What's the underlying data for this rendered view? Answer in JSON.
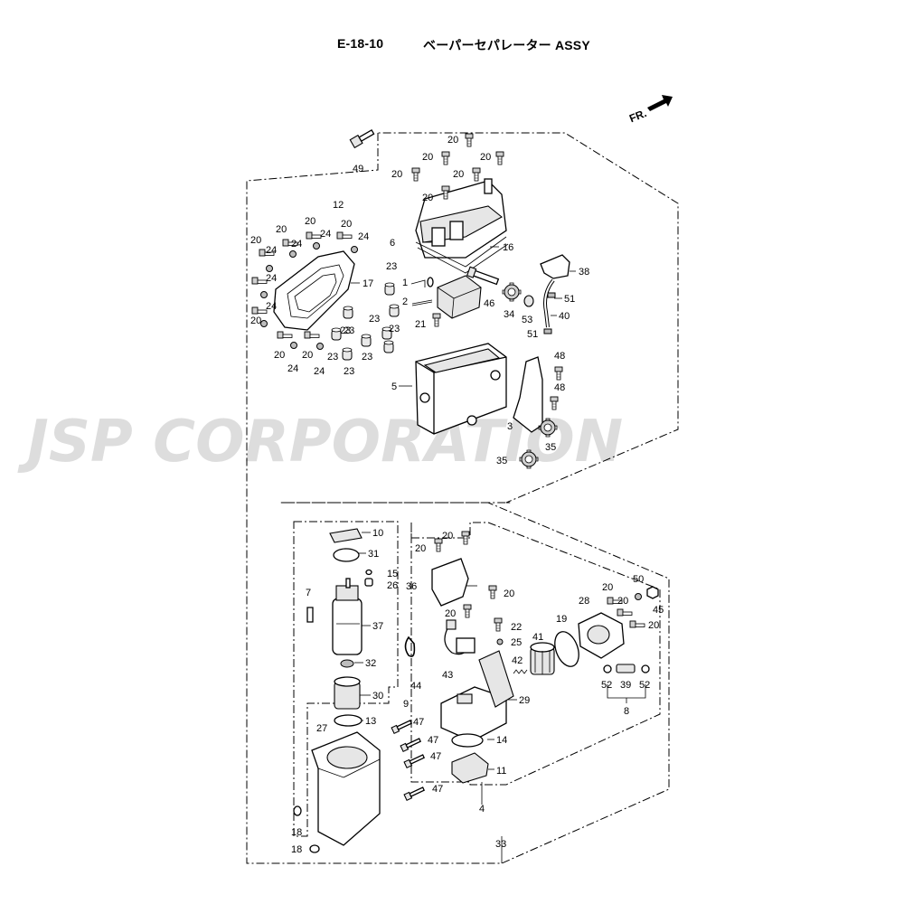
{
  "header": {
    "code": "E-18-10",
    "title": "ベーパーセパレーター ASSY"
  },
  "direction_label": "FR.",
  "watermark": "JSP CORPORATION",
  "callouts": [
    {
      "id": "c49",
      "label": "49"
    },
    {
      "id": "c20a",
      "label": "20"
    },
    {
      "id": "c20b",
      "label": "20"
    },
    {
      "id": "c20c",
      "label": "20"
    },
    {
      "id": "c20d",
      "label": "20"
    },
    {
      "id": "c20e",
      "label": "20"
    },
    {
      "id": "c20f",
      "label": "20"
    },
    {
      "id": "c6",
      "label": "6"
    },
    {
      "id": "c16",
      "label": "16"
    },
    {
      "id": "c12",
      "label": "12"
    },
    {
      "id": "c20g",
      "label": "20"
    },
    {
      "id": "c20h",
      "label": "20"
    },
    {
      "id": "c20i",
      "label": "20"
    },
    {
      "id": "c20j",
      "label": "20"
    },
    {
      "id": "c20k",
      "label": "20"
    },
    {
      "id": "c20l",
      "label": "20"
    },
    {
      "id": "c20m",
      "label": "20"
    },
    {
      "id": "c24a",
      "label": "24"
    },
    {
      "id": "c24b",
      "label": "24"
    },
    {
      "id": "c24c",
      "label": "24"
    },
    {
      "id": "c24d",
      "label": "24"
    },
    {
      "id": "c24e",
      "label": "24"
    },
    {
      "id": "c24f",
      "label": "24"
    },
    {
      "id": "c24g",
      "label": "24"
    },
    {
      "id": "c24h",
      "label": "24"
    },
    {
      "id": "c17",
      "label": "17"
    },
    {
      "id": "c23a",
      "label": "23"
    },
    {
      "id": "c23b",
      "label": "23"
    },
    {
      "id": "c23c",
      "label": "23"
    },
    {
      "id": "c23d",
      "label": "23"
    },
    {
      "id": "c23e",
      "label": "23"
    },
    {
      "id": "c23f",
      "label": "23"
    },
    {
      "id": "c23g",
      "label": "23"
    },
    {
      "id": "c23h",
      "label": "23"
    },
    {
      "id": "c1",
      "label": "1"
    },
    {
      "id": "c2",
      "label": "2"
    },
    {
      "id": "c21",
      "label": "21"
    },
    {
      "id": "c46",
      "label": "46"
    },
    {
      "id": "c34",
      "label": "34"
    },
    {
      "id": "c53",
      "label": "53"
    },
    {
      "id": "c38",
      "label": "38"
    },
    {
      "id": "c51a",
      "label": "51"
    },
    {
      "id": "c40",
      "label": "40"
    },
    {
      "id": "c51b",
      "label": "51"
    },
    {
      "id": "c48a",
      "label": "48"
    },
    {
      "id": "c48b",
      "label": "48"
    },
    {
      "id": "c5",
      "label": "5"
    },
    {
      "id": "c3",
      "label": "3"
    },
    {
      "id": "c35a",
      "label": "35"
    },
    {
      "id": "c35b",
      "label": "35"
    },
    {
      "id": "c10",
      "label": "10"
    },
    {
      "id": "c31",
      "label": "31"
    },
    {
      "id": "c15",
      "label": "15"
    },
    {
      "id": "c26",
      "label": "26"
    },
    {
      "id": "c7",
      "label": "7"
    },
    {
      "id": "c37",
      "label": "37"
    },
    {
      "id": "c32",
      "label": "32"
    },
    {
      "id": "c30",
      "label": "30"
    },
    {
      "id": "c9",
      "label": "9"
    },
    {
      "id": "c27",
      "label": "27"
    },
    {
      "id": "c13",
      "label": "13"
    },
    {
      "id": "c20n",
      "label": "20"
    },
    {
      "id": "c20o",
      "label": "20"
    },
    {
      "id": "c36",
      "label": "36"
    },
    {
      "id": "c20p",
      "label": "20"
    },
    {
      "id": "c20q",
      "label": "20"
    },
    {
      "id": "c22",
      "label": "22"
    },
    {
      "id": "c25",
      "label": "25"
    },
    {
      "id": "c44",
      "label": "44"
    },
    {
      "id": "c43",
      "label": "43"
    },
    {
      "id": "c41",
      "label": "41"
    },
    {
      "id": "c42",
      "label": "42"
    },
    {
      "id": "c19",
      "label": "19"
    },
    {
      "id": "c28",
      "label": "28"
    },
    {
      "id": "c20r",
      "label": "20"
    },
    {
      "id": "c20s",
      "label": "20"
    },
    {
      "id": "c50",
      "label": "50"
    },
    {
      "id": "c45",
      "label": "45"
    },
    {
      "id": "c20t",
      "label": "20"
    },
    {
      "id": "c52a",
      "label": "52"
    },
    {
      "id": "c39",
      "label": "39"
    },
    {
      "id": "c52b",
      "label": "52"
    },
    {
      "id": "c8",
      "label": "8"
    },
    {
      "id": "c29",
      "label": "29"
    },
    {
      "id": "c47a",
      "label": "47"
    },
    {
      "id": "c47b",
      "label": "47"
    },
    {
      "id": "c47c",
      "label": "47"
    },
    {
      "id": "c47d",
      "label": "47"
    },
    {
      "id": "c14",
      "label": "14"
    },
    {
      "id": "c11",
      "label": "11"
    },
    {
      "id": "c4",
      "label": "4"
    },
    {
      "id": "c18a",
      "label": "18"
    },
    {
      "id": "c18b",
      "label": "18"
    },
    {
      "id": "c33",
      "label": "33"
    }
  ]
}
